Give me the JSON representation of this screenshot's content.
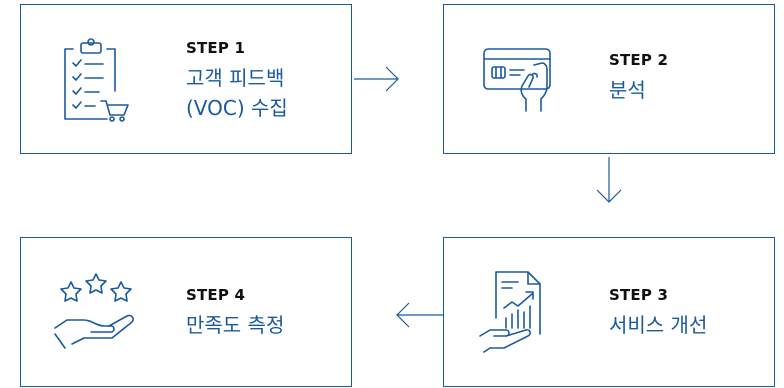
{
  "steps": [
    {
      "label": "STEP 1",
      "title_lines": [
        "고객 피드백",
        "(VOC) 수집"
      ],
      "icon": "clipboard-checklist-cart-icon"
    },
    {
      "label": "STEP 2",
      "title_lines": [
        "분석"
      ],
      "icon": "card-in-hand-icon"
    },
    {
      "label": "STEP 3",
      "title_lines": [
        "서비스 개선"
      ],
      "icon": "report-chart-hand-icon"
    },
    {
      "label": "STEP 4",
      "title_lines": [
        "만족도 측정"
      ],
      "icon": "stars-on-hand-icon"
    }
  ],
  "colors": {
    "accent": "#1a5aa0",
    "text": "#111111",
    "border": "#1a5aa0"
  }
}
